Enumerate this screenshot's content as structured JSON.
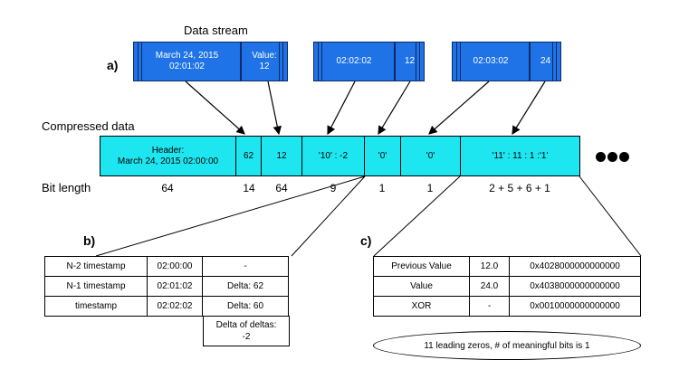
{
  "data_stream": {
    "title": "Data stream",
    "label_a": "a)",
    "blocks": [
      {
        "timestamp": "March 24, 2015 02:01:02",
        "value_label": "Value:",
        "value": "12"
      },
      {
        "timestamp": "02:02:02",
        "value": "12"
      },
      {
        "timestamp": "02:03:02",
        "value": "24"
      }
    ]
  },
  "compressed": {
    "title": "Compressed data",
    "header_label": "Header:",
    "header_value": "March 24, 2015 02:00:00",
    "cells": [
      "62",
      "12",
      "'10' : -2",
      "'0'",
      "'0'",
      "'11' : 11 : 1 :'1'"
    ],
    "more": "●●●"
  },
  "bit_length": {
    "label": "Bit length",
    "values": [
      "64",
      "14",
      "64",
      "9",
      "1",
      "1",
      "2 + 5 + 6 + 1"
    ]
  },
  "table_b": {
    "label": "b)",
    "rows": [
      [
        "N-2 timestamp",
        "02:00:00",
        "-"
      ],
      [
        "N-1 timestamp",
        "02:01:02",
        "Delta: 62"
      ],
      [
        "timestamp",
        "02:02:02",
        "Delta: 60"
      ]
    ],
    "delta_of_deltas": "Delta of deltas: -2"
  },
  "table_c": {
    "label": "c)",
    "rows": [
      [
        "Previous Value",
        "12.0",
        "0x4028000000000000"
      ],
      [
        "Value",
        "24.0",
        "0x4038000000000000"
      ],
      [
        "XOR",
        "-",
        "0x0010000000000000"
      ]
    ],
    "note": "11 leading zeros, # of meaningful bits is 1"
  }
}
